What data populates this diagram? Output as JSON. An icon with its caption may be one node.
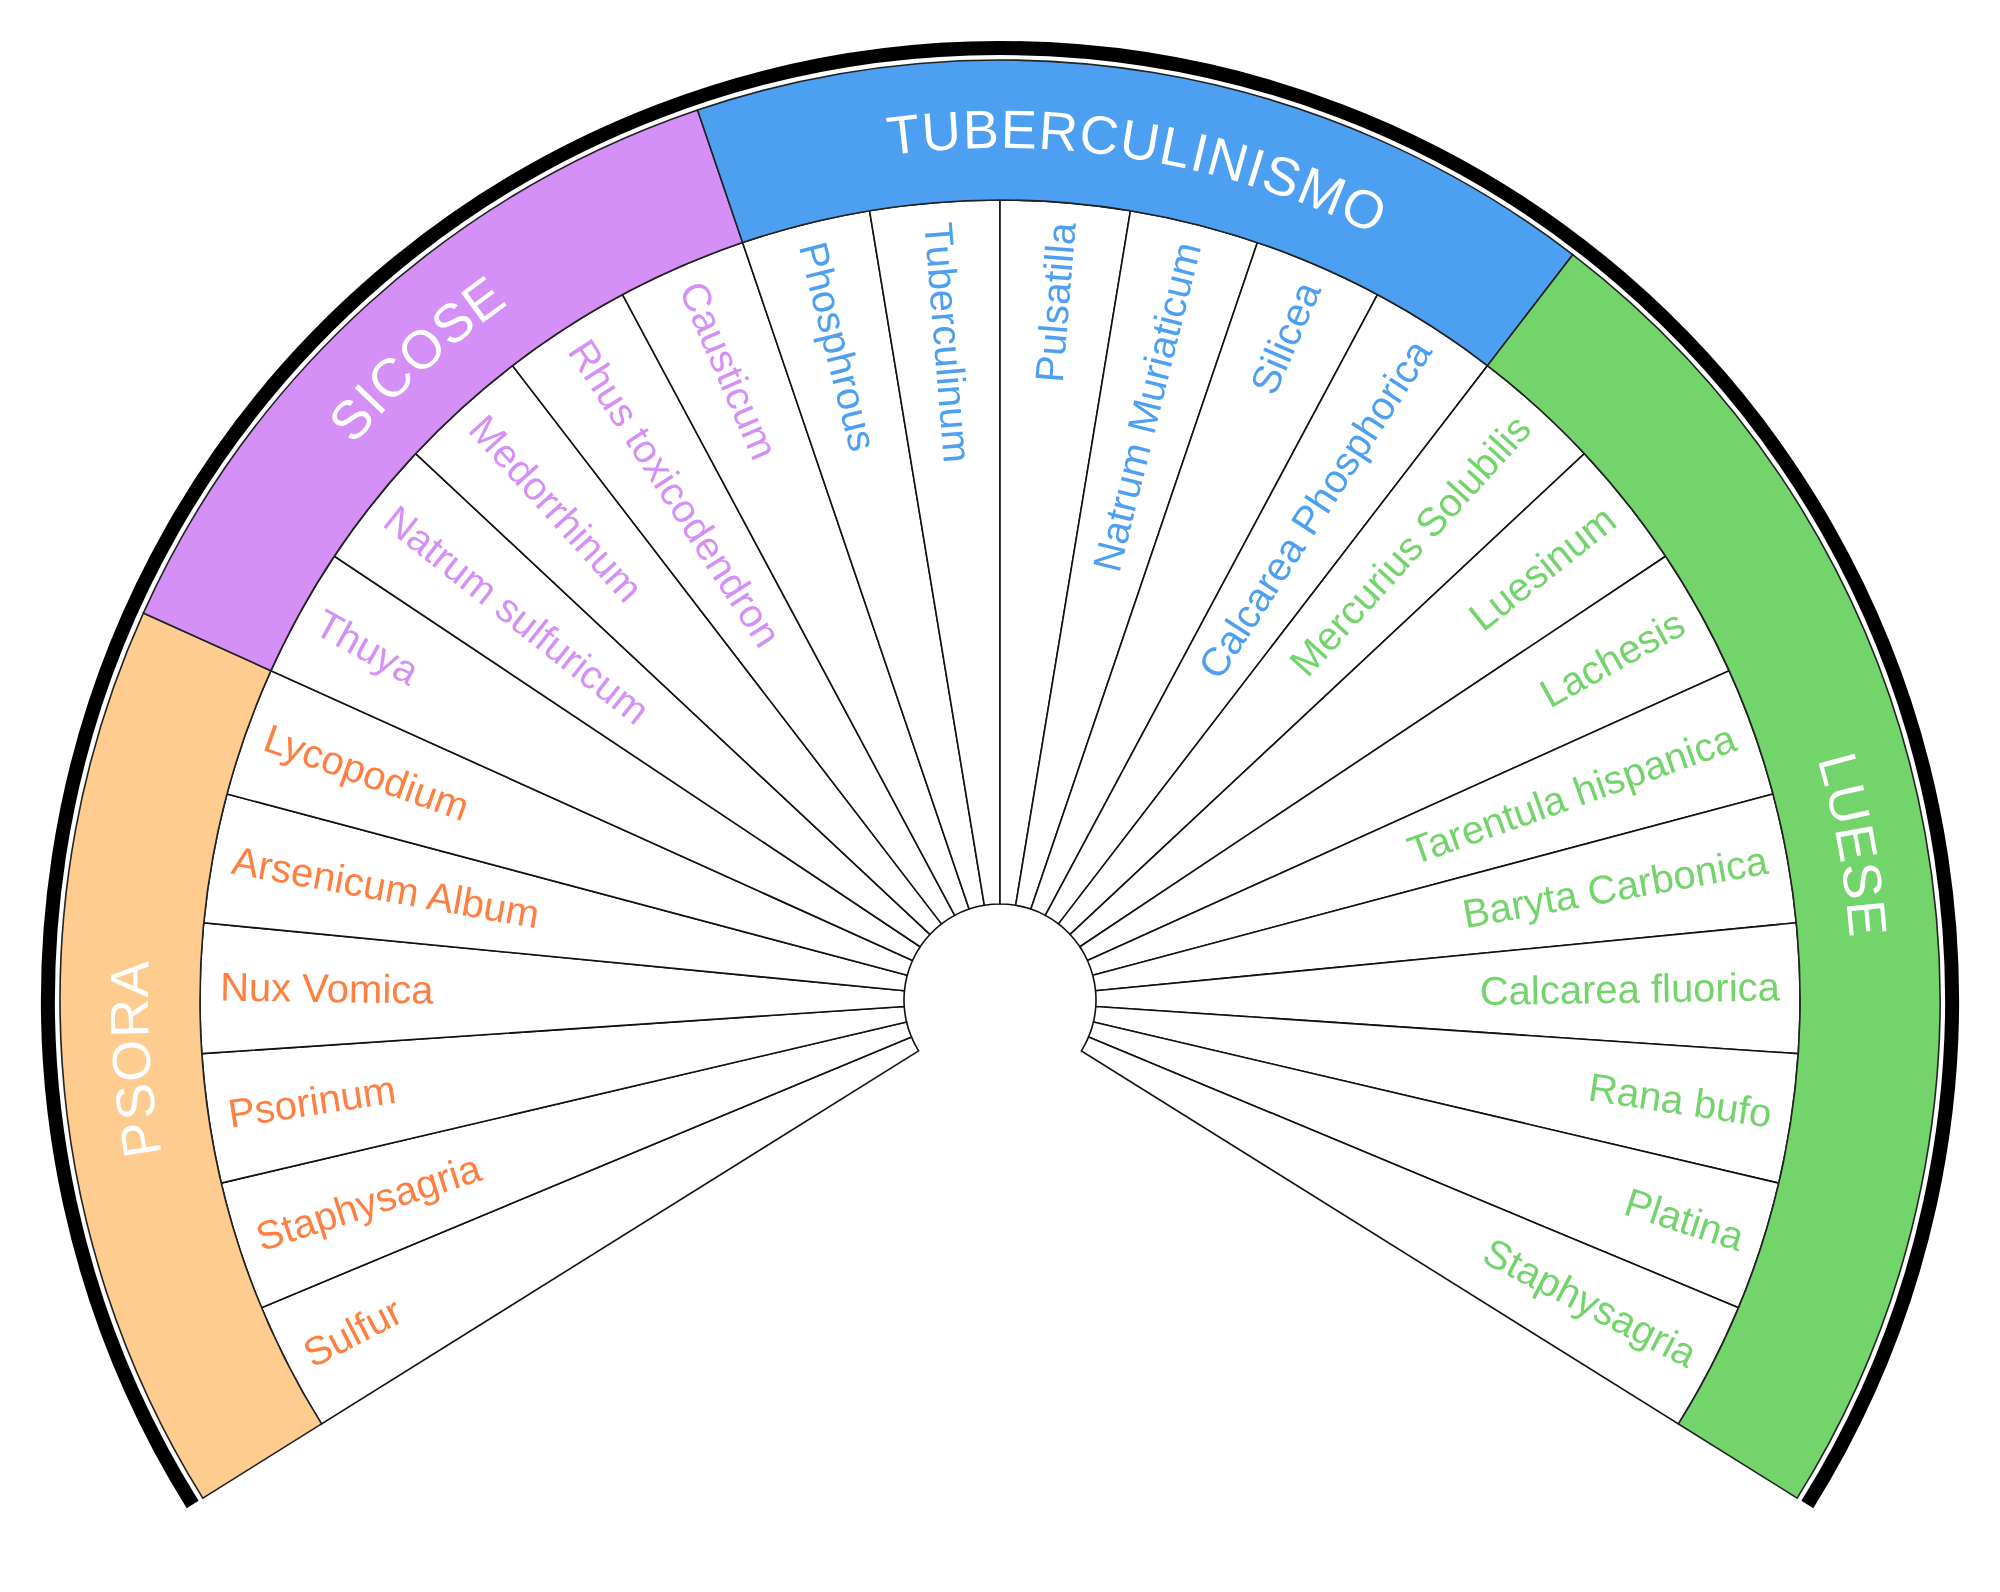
{
  "diagram": {
    "nodes": [
      {
        "text": [
          "PSORA"
        ]
      },
      {
        "text": [
          "Sulfur"
        ]
      },
      {
        "text": [
          "Staphysagria"
        ]
      },
      {
        "text": [
          "Psorinum"
        ]
      },
      {
        "text": [
          "Nux Vomica"
        ]
      },
      {
        "text": [
          "Arsenicum Album"
        ]
      },
      {
        "text": [
          "Lycopodium"
        ]
      },
      {
        "text": [
          "SICOSE"
        ]
      },
      {
        "text": [
          "Thuya"
        ]
      },
      {
        "text": [
          "Natrum sulfuricum"
        ]
      },
      {
        "text": [
          "Medorrhinum"
        ]
      },
      {
        "text": [
          "Rhus toxicodendron"
        ]
      },
      {
        "text": [
          "Causticum"
        ]
      },
      {
        "text": [
          "TUBERCULINISMO"
        ]
      },
      {
        "text": [
          "Phosphrous"
        ]
      },
      {
        "text": [
          "Tuberculinum"
        ]
      },
      {
        "text": [
          "Pulsatilla"
        ]
      },
      {
        "text": [
          "Natrum Muriaticum"
        ]
      },
      {
        "text": [
          "Silicea"
        ]
      },
      {
        "text": [
          "Calcarea Phosphorica"
        ]
      },
      {
        "text": [
          "LUESE"
        ]
      },
      {
        "text": [
          "Mercurius Solubilis"
        ]
      },
      {
        "text": [
          "Luesinum"
        ]
      },
      {
        "text": [
          "Lachesis"
        ]
      },
      {
        "text": [
          "Tarentula hispanica"
        ]
      },
      {
        "text": [
          "Baryta Carbonica"
        ]
      },
      {
        "text": [
          "Calcarea fluorica"
        ]
      },
      {
        "text": [
          "Rana bufo"
        ]
      },
      {
        "text": [
          "Platina"
        ]
      },
      {
        "text": [
          "Staphysagria"
        ]
      }
    ],
    "edges": []
  }
}
